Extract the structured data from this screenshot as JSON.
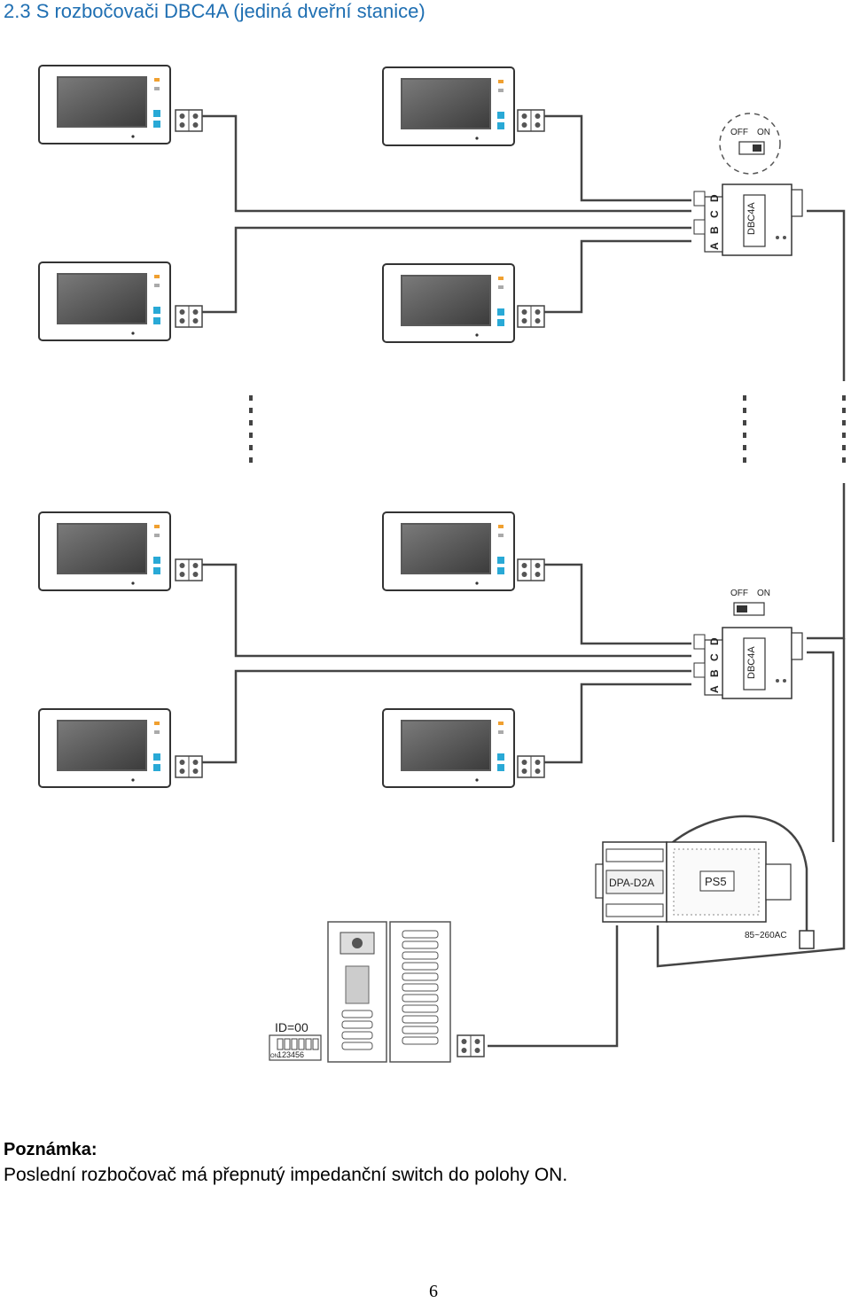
{
  "heading": "2.3  S rozbočovači DBC4A (jediná dveřní stanice)",
  "splitters": {
    "model": "DBC4A",
    "ports": [
      "A",
      "B",
      "C",
      "D"
    ],
    "switch_off": "OFF",
    "switch_on": "ON"
  },
  "power_distributor": {
    "label": "DPA-D2A"
  },
  "power_supply": {
    "label": "PS5",
    "voltage": "85~260AC"
  },
  "door_station": {
    "id_label": "ID=00",
    "dip_on": "ON",
    "dip_numbers": "123456"
  },
  "note": {
    "title": "Poznámka:",
    "text": "Poslední rozbočovač má přepnutý impedanční switch do polohy ON."
  },
  "page_number": "6"
}
